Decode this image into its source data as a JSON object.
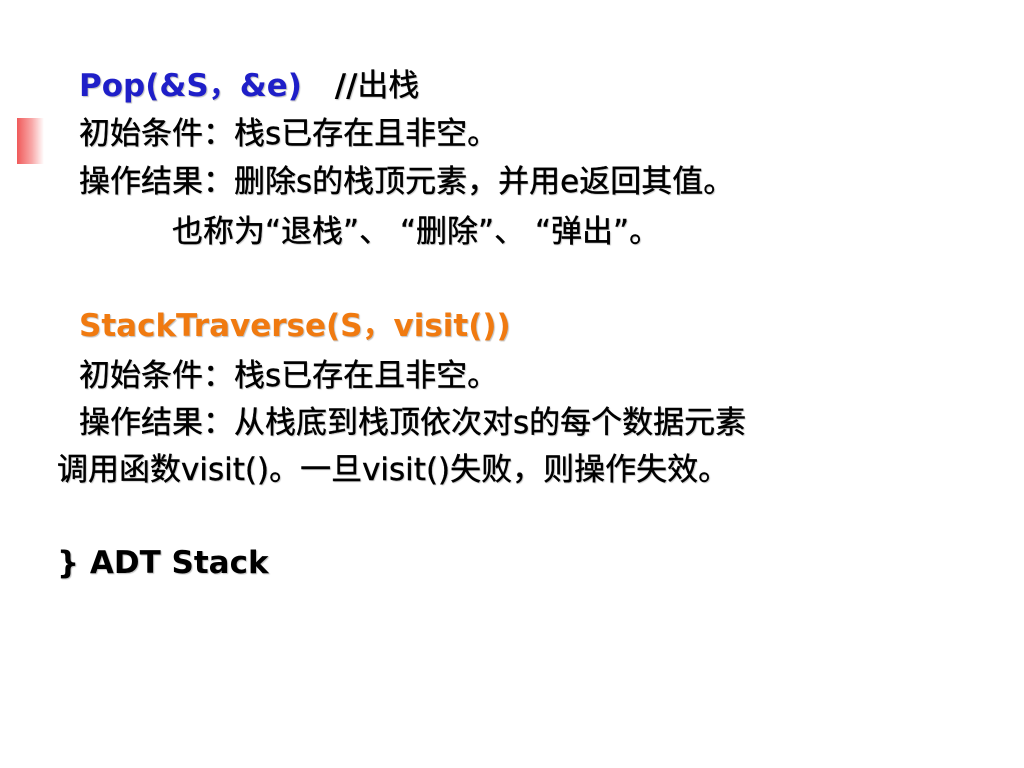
{
  "pop": {
    "signature": "Pop(&S，&e)",
    "comment_slashes": "//",
    "comment_text": "出栈",
    "precondition": "初始条件：栈s已存在且非空。",
    "result": "操作结果：删除s的栈顶元素，并用e返回其值。",
    "aliases": "也称为“退栈”、 “删除”、 “弹出”。"
  },
  "traverse": {
    "signature": "StackTraverse(S，visit())",
    "precondition": "初始条件：栈s已存在且非空。",
    "result_line1": "操作结果：从栈底到栈顶依次对s的每个数据元素",
    "result_line2": "调用函数visit()。一旦visit()失败，则操作失效。"
  },
  "closing": "} ADT  Stack",
  "colors": {
    "pop_heading": "#1f1fc8",
    "traverse_heading": "#f07a10",
    "slide_marker": "#f05a5a"
  }
}
